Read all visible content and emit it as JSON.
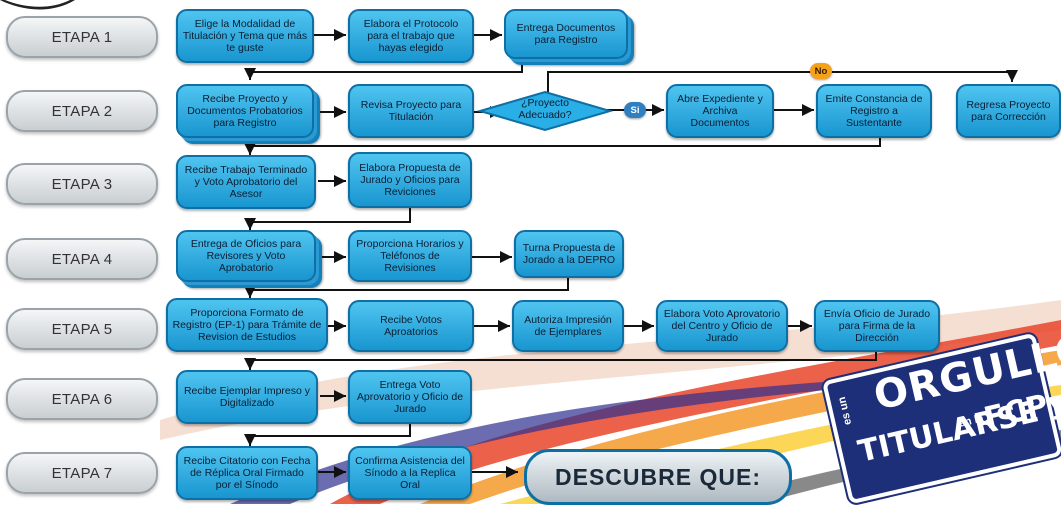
{
  "etapas": [
    "ETAPA 1",
    "ETAPA 2",
    "ETAPA 3",
    "ETAPA 4",
    "ETAPA 5",
    "ETAPA 6",
    "ETAPA 7"
  ],
  "boxes": {
    "e1_1": "Elige la Modalidad de Titulación y Tema que más te guste",
    "e1_2": "Elabora el Protocolo para el trabajo que hayas elegido",
    "e1_3": "Entrega Documentos para Registro",
    "e2_1": "Recibe Proyecto y Documentos Probatorios para Registro",
    "e2_2": "Revisa Proyecto para Titulación",
    "e2_dec": "¿Proyecto Adecuado?",
    "e2_3": "Abre Expediente y Archiva Documentos",
    "e2_4": "Emite Constancia de Registro a Sustentante",
    "e2_5": "Regresa Proyecto para Corrección",
    "e3_1": "Recibe Trabajo Terminado y Voto Aprobatorio del Asesor",
    "e3_2": "Elabora Propuesta de Jurado y Oficios para Reviciones",
    "e4_1": "Entrega de Oficios para Revisores y Voto Aprobatorio",
    "e4_2": "Proporciona Horarios y Teléfonos de Revisiones",
    "e4_3": "Turna Propuesta de Jorado a la DEPRO",
    "e5_1": "Proporciona Formato de Registro (EP-1) para Trámite de Revision de Estudios",
    "e5_2": "Recibe Votos Aproatorios",
    "e5_3": "Autoriza Impresión de Ejemplares",
    "e5_4": "Elabora Voto Aprovatorio del Centro y Oficio de Jurado",
    "e5_5": "Envía Oficio de Jurado para Firma de la Dirección",
    "e6_1": "Recibe Ejemplar Impreso y Digitalizado",
    "e6_2": "Entrega Voto Aprovatorio y Oficio de Jurado",
    "e7_1": "Recibe Citatorio con Fecha de Réplica Oral Firmado por el Sínodo",
    "e7_2": "Confirma Asistencia del Sínodo a la Replica Oral"
  },
  "labels": {
    "no": "No",
    "si": "Si"
  },
  "final_button": "DESCUBRE QUE:",
  "logo": {
    "word1": "ORGULLO",
    "small1": "es un",
    "word2": "TITULARSE",
    "small2": "en la",
    "word3": "FCPyS"
  },
  "colors": {
    "box": "#2aaee6",
    "border": "#0e6fa5",
    "no_pill": "#f5a21b",
    "si_pill": "#2f7fc1"
  }
}
